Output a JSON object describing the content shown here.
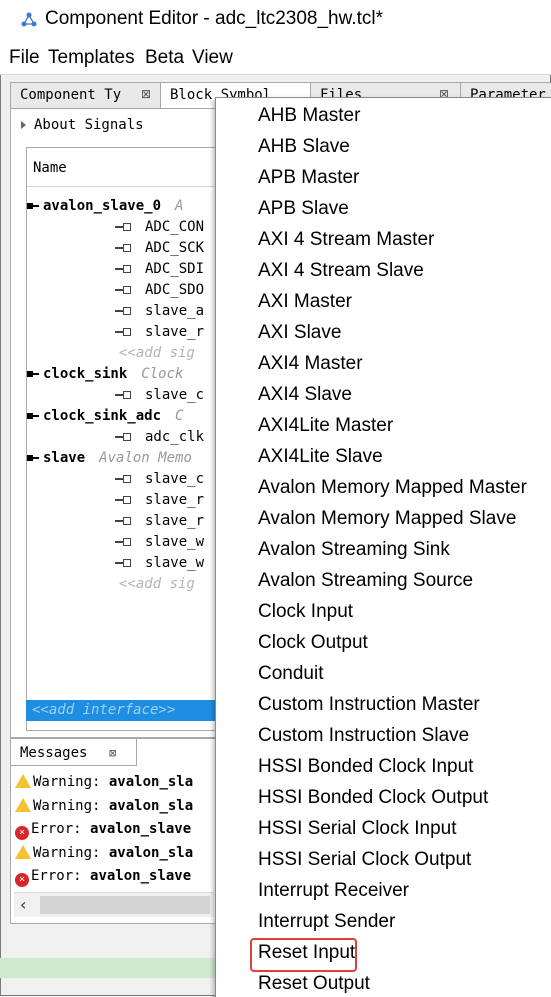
{
  "window": {
    "title": "Component Editor - adc_ltc2308_hw.tcl*"
  },
  "menubar": {
    "items": [
      "File",
      "Templates",
      "Beta",
      "View"
    ]
  },
  "tabs": [
    {
      "label": "Component Ty",
      "close": "⊠"
    },
    {
      "label": "Block Symbol",
      "close": ""
    },
    {
      "label": "Files",
      "close": "⊠"
    },
    {
      "label": "Parameter",
      "close": ""
    }
  ],
  "signals_panel": {
    "about": "About Signals",
    "column_header": "Name",
    "add_interface": "<<add interface>>",
    "rows": [
      {
        "kind": "iface",
        "name": "avalon_slave_0",
        "type": "A"
      },
      {
        "kind": "signal",
        "name": "ADC_CON"
      },
      {
        "kind": "signal",
        "name": "ADC_SCK"
      },
      {
        "kind": "signal",
        "name": "ADC_SDI"
      },
      {
        "kind": "signal",
        "name": "ADC_SDO"
      },
      {
        "kind": "signal",
        "name": "slave_a"
      },
      {
        "kind": "signal",
        "name": "slave_r"
      },
      {
        "kind": "add",
        "name": "<<add sig"
      },
      {
        "kind": "iface",
        "name": "clock_sink",
        "type": "Clock"
      },
      {
        "kind": "signal",
        "name": "slave_c"
      },
      {
        "kind": "iface",
        "name": "clock_sink_adc",
        "type": "C"
      },
      {
        "kind": "signal",
        "name": "adc_clk"
      },
      {
        "kind": "iface",
        "name": "slave",
        "type": "Avalon  Memo"
      },
      {
        "kind": "signal",
        "name": "slave_c"
      },
      {
        "kind": "signal",
        "name": "slave_r"
      },
      {
        "kind": "signal",
        "name": "slave_r"
      },
      {
        "kind": "signal",
        "name": "slave_w"
      },
      {
        "kind": "signal",
        "name": "slave_w"
      },
      {
        "kind": "add",
        "name": "<<add sig"
      }
    ]
  },
  "messages": {
    "tab": "Messages",
    "close": "⊠",
    "rows": [
      {
        "level": "warning",
        "prefix": "Warning:",
        "text": "avalon_sla"
      },
      {
        "level": "warning",
        "prefix": "Warning:",
        "text": "avalon_sla"
      },
      {
        "level": "error",
        "prefix": "Error:",
        "text": "avalon_slave"
      },
      {
        "level": "warning",
        "prefix": "Warning:",
        "text": "avalon_sla"
      },
      {
        "level": "error",
        "prefix": "Error:",
        "text": "avalon_slave"
      }
    ],
    "scroll_left": "‹"
  },
  "dropdown": {
    "highlighted": "Reset Input",
    "items": [
      "AHB Master",
      "AHB Slave",
      "APB Master",
      "APB Slave",
      "AXI 4 Stream Master",
      "AXI 4 Stream Slave",
      "AXI Master",
      "AXI Slave",
      "AXI4 Master",
      "AXI4 Slave",
      "AXI4Lite Master",
      "AXI4Lite Slave",
      "Avalon Memory Mapped Master",
      "Avalon Memory Mapped Slave",
      "Avalon Streaming Sink",
      "Avalon Streaming Source",
      "Clock Input",
      "Clock Output",
      "Conduit",
      "Custom Instruction Master",
      "Custom Instruction Slave",
      "HSSI Bonded Clock Input",
      "HSSI Bonded Clock Output",
      "HSSI Serial Clock Input",
      "HSSI Serial Clock Output",
      "Interrupt Receiver",
      "Interrupt Sender",
      "Reset Input",
      "Reset Output"
    ]
  }
}
